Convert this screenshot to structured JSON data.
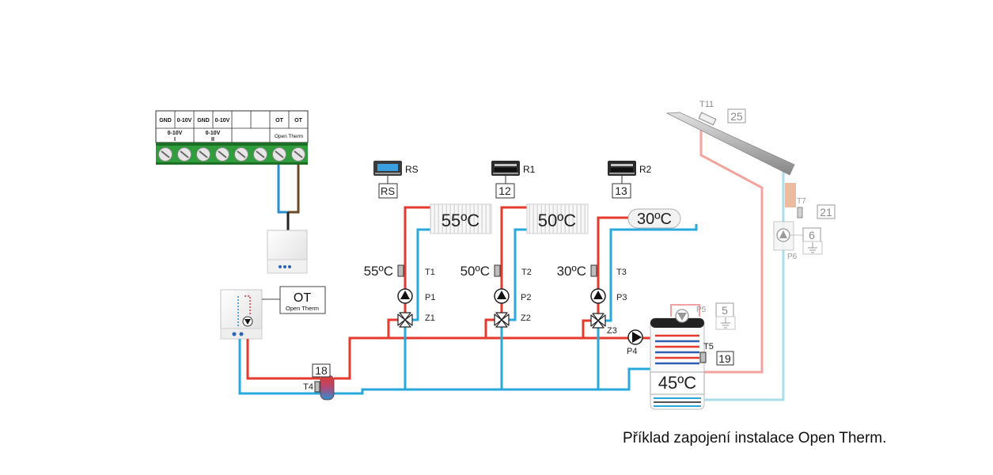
{
  "terminal_block": {
    "header": [
      "GND",
      "0-10V",
      "GND",
      "0-10V",
      "",
      "",
      "OT",
      "OT"
    ],
    "groups": [
      {
        "line1": "0-10V",
        "line2": "I"
      },
      {
        "line1": "0-10V",
        "line2": "II"
      },
      {
        "line1": "Open Therm"
      }
    ]
  },
  "boiler_module": {
    "title": "OT",
    "subtitle": "Open Therm"
  },
  "thermostats": [
    {
      "label": "RS",
      "address": "RS"
    },
    {
      "label": "R1",
      "address": "12"
    },
    {
      "label": "R2",
      "address": "13"
    }
  ],
  "rooms": [
    {
      "temperature": "55ºC"
    },
    {
      "temperature": "50ºC"
    },
    {
      "temperature": "30ºC"
    }
  ],
  "circuits": [
    {
      "sensor_temperature": "55ºC",
      "sensor": "T1",
      "pump": "P1",
      "valve": "Z1"
    },
    {
      "sensor_temperature": "50ºC",
      "sensor": "T2",
      "pump": "P2",
      "valve": "Z2"
    },
    {
      "sensor_temperature": "30ºC",
      "sensor": "T3",
      "pump": "P3",
      "valve": "Z3"
    }
  ],
  "separator": {
    "sensor": "T4",
    "address": "18"
  },
  "hot_water": {
    "pump": "P4",
    "tank_temperature": "45ºC",
    "sensor": "T5",
    "sensor_address": "19",
    "circulation_pump": "P5",
    "circulation_pump_address": "5"
  },
  "solar": {
    "collector_sensor": "T11",
    "collector_sensor_address": "25",
    "sensor": "T7",
    "sensor_address": "21",
    "pump": "P6",
    "pump_address": "6"
  },
  "caption": "Příklad zapojení instalace Open Therm.",
  "colors": {
    "supply": "#e63a2e",
    "return": "#2aa8dc",
    "solar_supply": "#f3a49c",
    "solar_return": "#a9dde8",
    "terminal_green": "#2f9d3b"
  }
}
